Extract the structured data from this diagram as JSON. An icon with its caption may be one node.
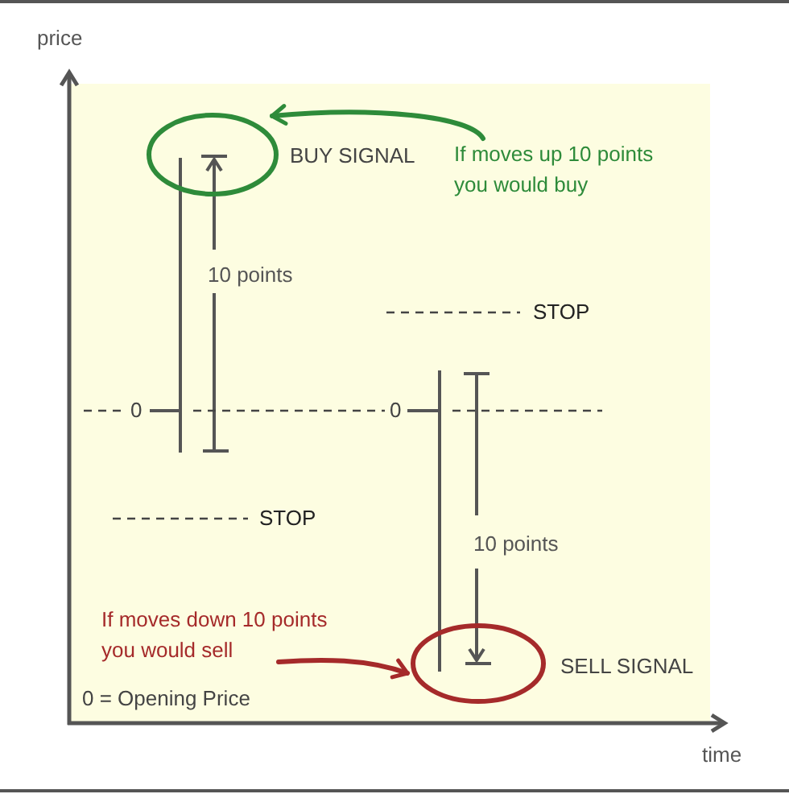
{
  "diagram": {
    "nodes": [
      {
        "text": [],
        "shape": "ellipse",
        "beside": [
          "BUY SIGNAL"
        ]
      },
      {
        "text": [
          "If moves up 10 points you would buy"
        ]
      },
      {
        "text": [
          "If moves down 10 points you would sell"
        ]
      },
      {
        "text": [],
        "shape": "ellipse",
        "beside": [
          "SELL SIGNAL"
        ]
      }
    ],
    "edges": [
      {
        "from": 1,
        "to": 0,
        "arrow": "to",
        "color": "#2e8b3a"
      },
      {
        "from": 2,
        "to": 3,
        "arrow": "to",
        "color": "#a52a2a"
      }
    ],
    "labels": [
      "price",
      "10 points",
      "STOP",
      "0",
      "0",
      "STOP",
      "10 points",
      "0 = Opening Price",
      "time"
    ]
  }
}
